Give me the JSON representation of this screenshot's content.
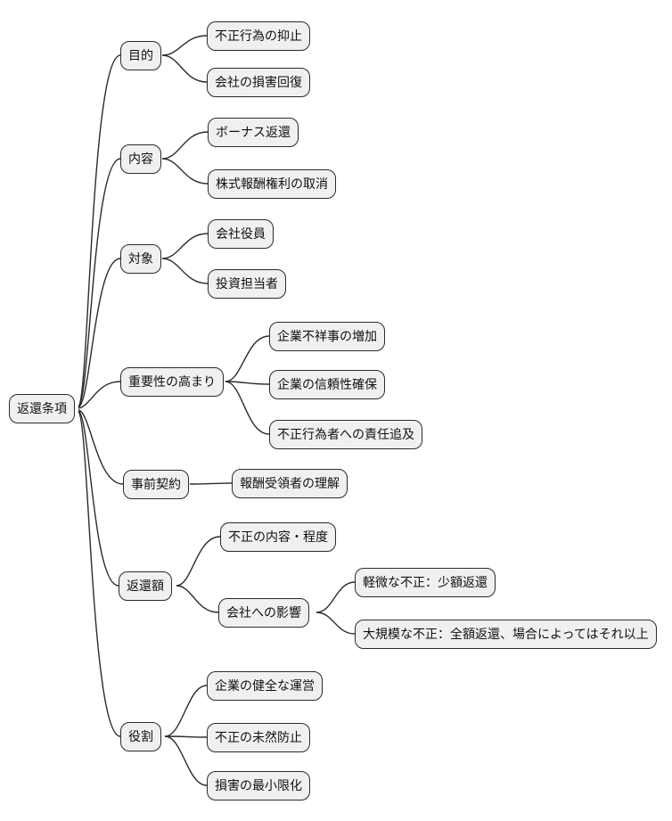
{
  "colors": {
    "background": "#ffffff",
    "node_fill": "#f0f0f0",
    "node_border": "#2b2b2b",
    "edge_stroke": "#2b2b2b",
    "text": "#111111"
  },
  "mindmap": {
    "root": {
      "label": "返還条項"
    },
    "branches": [
      {
        "label": "目的",
        "children": [
          {
            "label": "不正行為の抑止"
          },
          {
            "label": "会社の損害回復"
          }
        ]
      },
      {
        "label": "内容",
        "children": [
          {
            "label": "ボーナス返還"
          },
          {
            "label": "株式報酬権利の取消"
          }
        ]
      },
      {
        "label": "対象",
        "children": [
          {
            "label": "会社役員"
          },
          {
            "label": "投資担当者"
          }
        ]
      },
      {
        "label": "重要性の高まり",
        "children": [
          {
            "label": "企業不祥事の増加"
          },
          {
            "label": "企業の信頼性確保"
          },
          {
            "label": "不正行為者への責任追及"
          }
        ]
      },
      {
        "label": "事前契約",
        "children": [
          {
            "label": "報酬受領者の理解"
          }
        ]
      },
      {
        "label": "返還額",
        "children": [
          {
            "label": "不正の内容・程度"
          },
          {
            "label": "会社への影響",
            "children": [
              {
                "label": "軽微な不正：少額返還"
              },
              {
                "label": "大規模な不正：全額返還、場合によってはそれ以上"
              }
            ]
          }
        ]
      },
      {
        "label": "役割",
        "children": [
          {
            "label": "企業の健全な運営"
          },
          {
            "label": "不正の未然防止"
          },
          {
            "label": "損害の最小限化"
          }
        ]
      }
    ]
  }
}
